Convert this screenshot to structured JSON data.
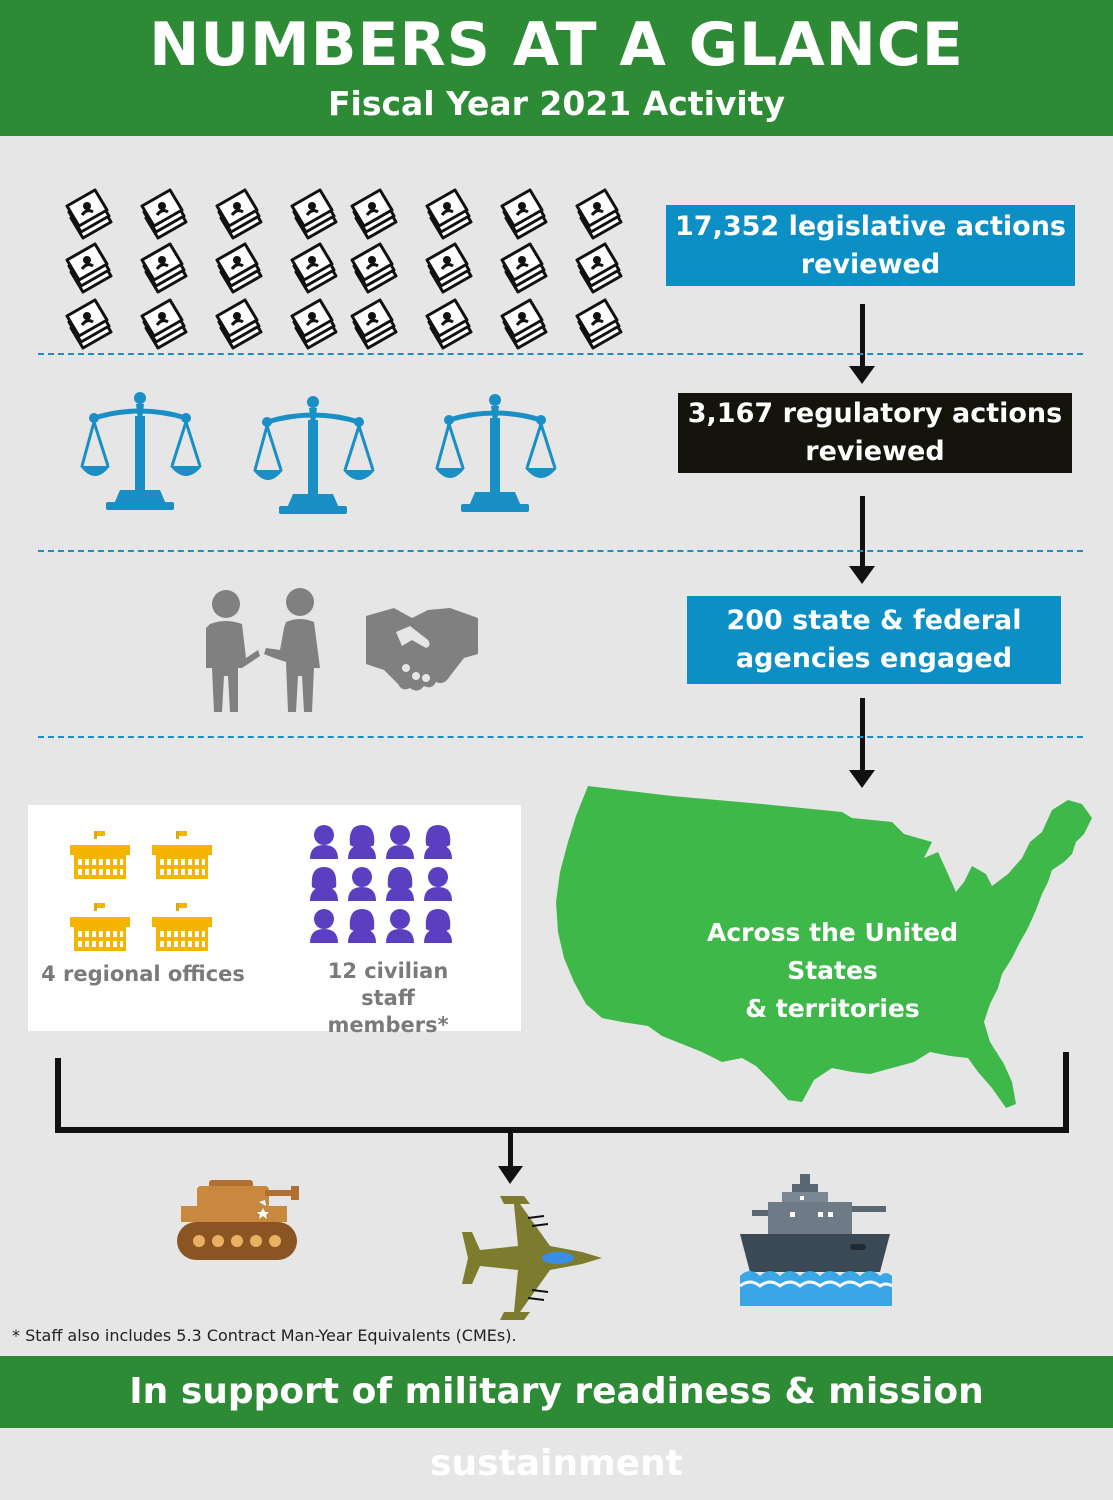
{
  "header": {
    "title": "NUMBERS AT A GLANCE",
    "subtitle": "Fiscal Year 2021 Activity"
  },
  "stats": {
    "legislative": {
      "line1": "17,352 legislative actions",
      "line2": "reviewed",
      "color": "#0b8fc4"
    },
    "regulatory": {
      "line1": "3,167 regulatory actions",
      "line2": "reviewed",
      "color": "#14140c"
    },
    "agencies": {
      "line1": "200 state & federal",
      "line2": "agencies engaged",
      "color": "#0b8fc4"
    }
  },
  "offices": {
    "label": "4 regional offices",
    "count": 4,
    "color": "#f4b400"
  },
  "staff": {
    "line1": "12 civilian staff",
    "line2": "members*",
    "count": 12,
    "color": "#5a3fc0"
  },
  "map": {
    "line1": "Across the United States",
    "line2": "& territories",
    "color": "#3fb84a"
  },
  "footnote": "* Staff also includes 5.3 Contract Man-Year Equivalents (CMEs).",
  "footer": "In support of military readiness & mission sustainment",
  "icons": [
    "document-icon",
    "scales-icon",
    "people-icon",
    "handshake-icon",
    "building-icon",
    "person-icon",
    "usa-map-icon",
    "tank-icon",
    "jet-icon",
    "ship-icon"
  ]
}
